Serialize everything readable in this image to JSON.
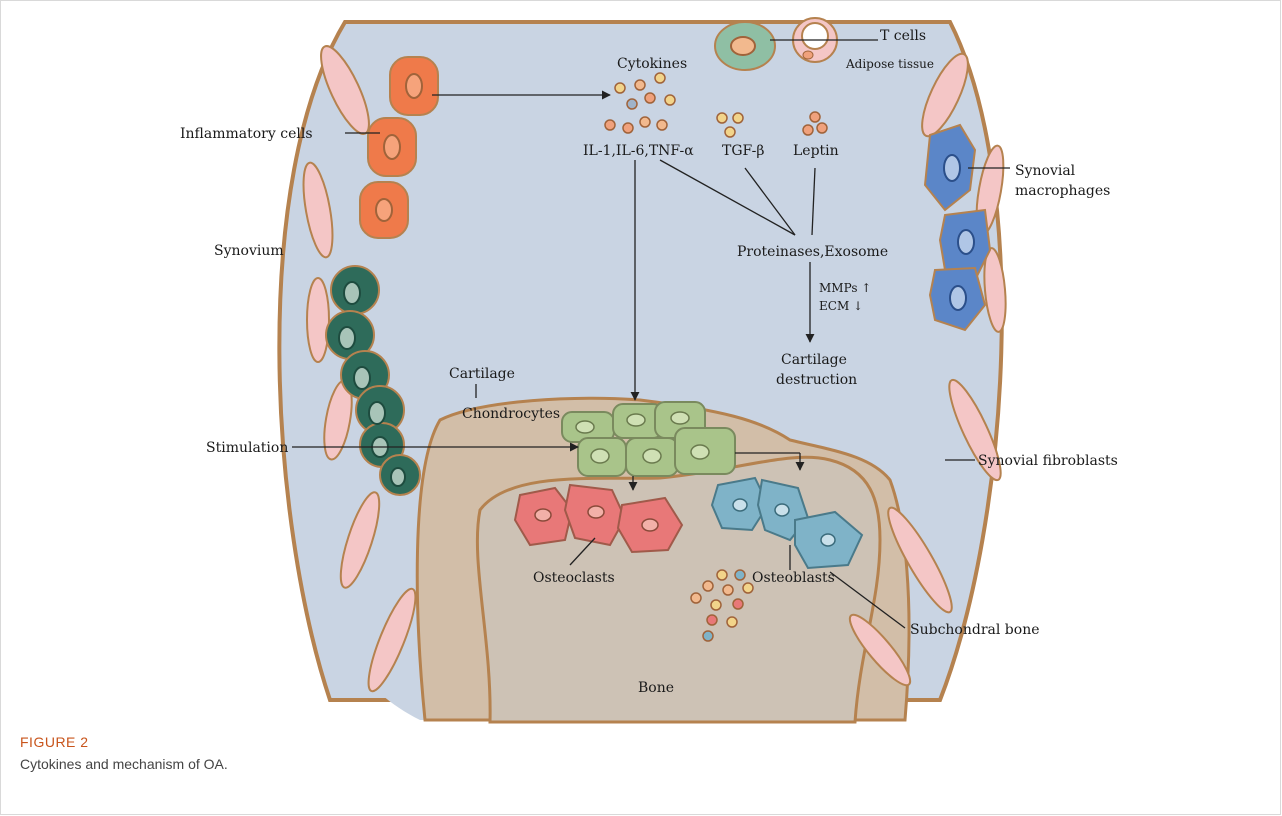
{
  "labels": {
    "inflammatory_cells": "Inflammatory cells",
    "synovium": "Synovium",
    "stimulation": "Stimulation",
    "cytokines": "Cytokines",
    "il_tnf": "IL-1,IL-6,TNF-α",
    "t_cells": "T cells",
    "adipose_tissue": "Adipose tissue",
    "tgf": "TGF-β",
    "leptin": "Leptin",
    "proteinases": "Proteinases,Exosome",
    "mmps": "MMPs ↑",
    "ecm": "ECM ↓",
    "cartilage_destruction_1": "Cartilage",
    "cartilage_destruction_2": "destruction",
    "cartilage": "Cartilage",
    "chondrocytes": "Chondrocytes",
    "synovial_macrophages_1": "Synovial",
    "synovial_macrophages_2": "macrophages",
    "synovial_fibroblasts": "Synovial fibroblasts",
    "osteoclasts": "Osteoclasts",
    "osteoblasts": "Osteoblasts",
    "subchondral_bone": "Subchondral bone",
    "bone": "Bone"
  },
  "caption": {
    "title": "FIGURE 2",
    "text": "Cytokines and mechanism of OA."
  },
  "colors": {
    "joint_fill": "#c9d4e3",
    "joint_outline": "#b5824f",
    "cartilage": "#d2bea8",
    "bone": "#cdc2b5",
    "inflammatory": "#ef7a4a",
    "synoviocyte": "#f4c6c6",
    "teal_cell": "#2e6b5a",
    "macrophage": "#5b86c8",
    "chondrocyte": "#a9c48a",
    "osteoclast": "#e87878",
    "osteoblast": "#7fb3c8",
    "caption_title": "#c8541b"
  }
}
